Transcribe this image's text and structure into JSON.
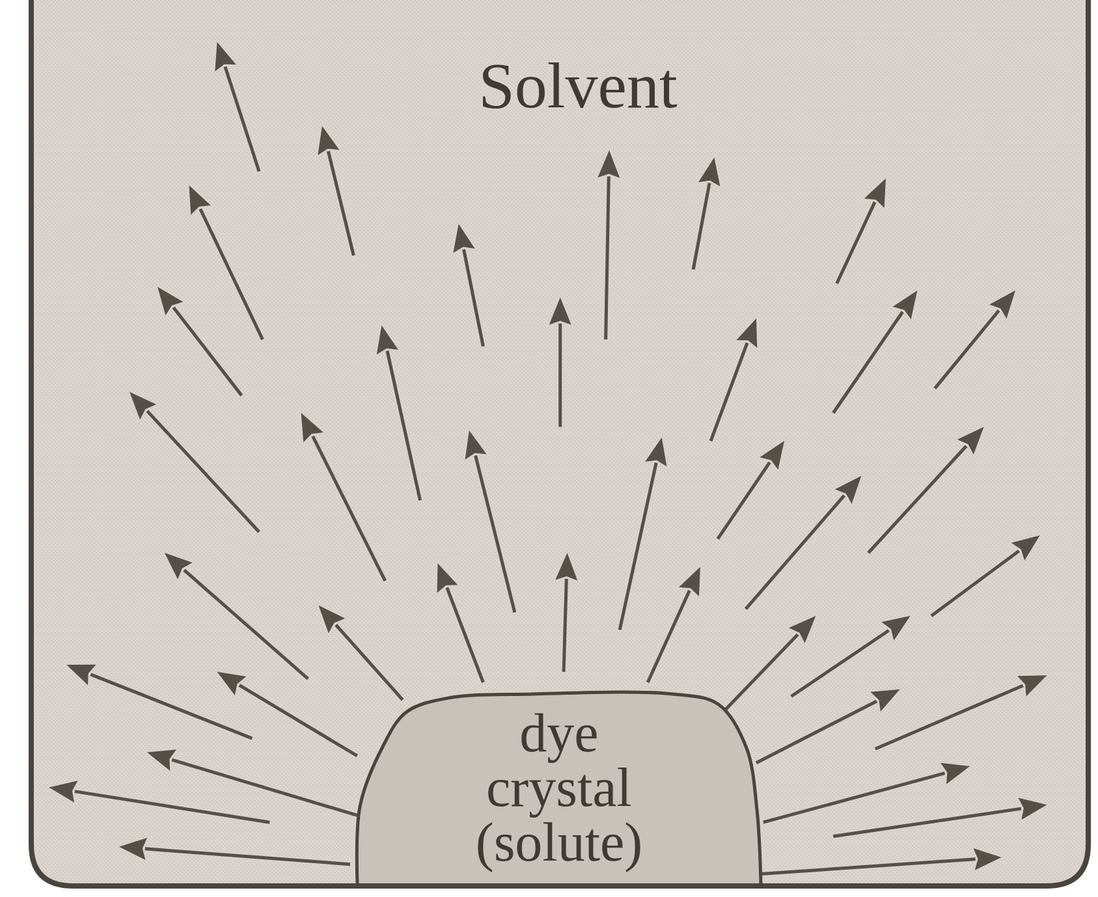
{
  "diagram": {
    "nodes": [
      {
        "text": [
          "Solvent"
        ]
      },
      {
        "text": [
          "dye crystal (solute)"
        ],
        "in": 0
      }
    ]
  }
}
